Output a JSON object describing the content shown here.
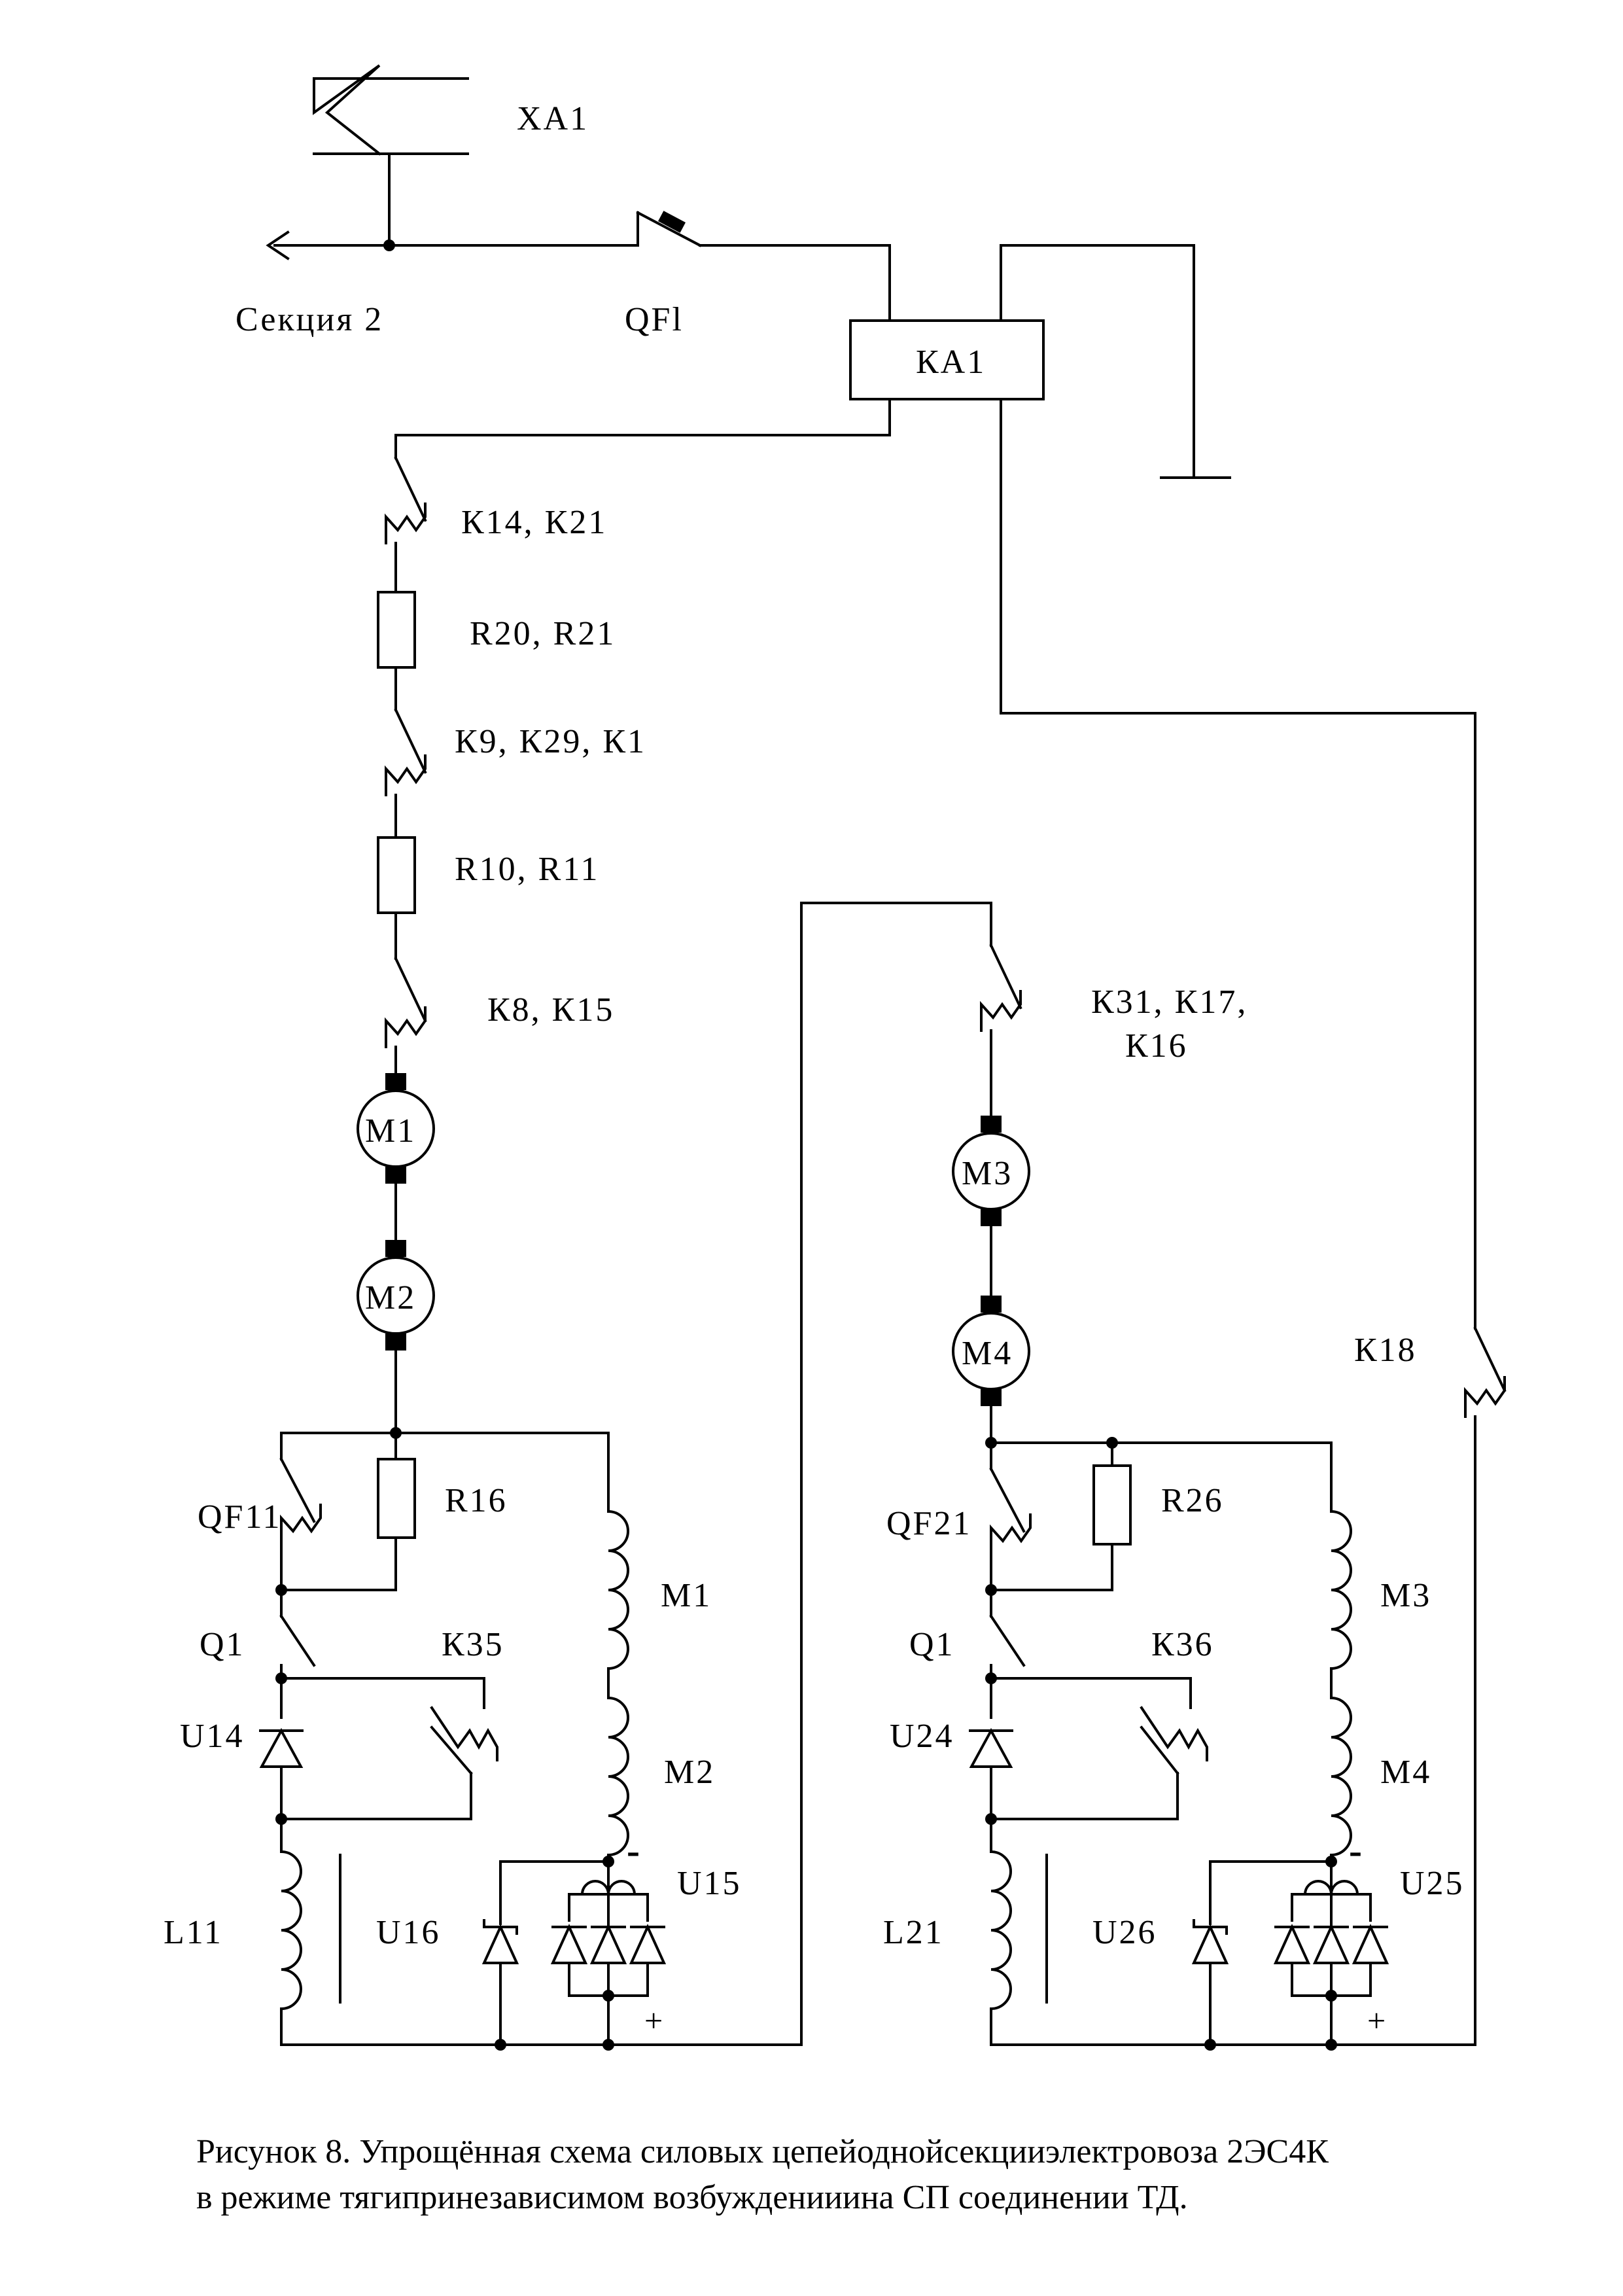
{
  "diagram": {
    "labels": {
      "xa1": "XA1",
      "section": "Секция 2",
      "qf1": "QFl",
      "ka1": "КА1",
      "k14_k21": "К14, К21",
      "r20_r21": "R20, R21",
      "k9_k29_k1": "К9, К29, К1",
      "r10_r11": "R10, R11",
      "k8_k15": "К8, К15",
      "m1_motor": "M1",
      "m2_motor": "M2",
      "k31_k17": "К31, К17,",
      "k16": "К16",
      "m3_motor": "M3",
      "m4_motor": "M4",
      "k18": "К18",
      "qf11": "QF11",
      "r16": "R16",
      "m1_field": "M1",
      "q1_left": "Q1",
      "k35": "К35",
      "u14": "U14",
      "m2_field": "M2",
      "l11": "L11",
      "u16": "U16",
      "u15": "U15",
      "qf21": "QF21",
      "r26": "R26",
      "m3_field": "M3",
      "q1_right": "Q1",
      "k36": "К36",
      "u24": "U24",
      "m4_field": "M4",
      "l21": "L21",
      "u26": "U26",
      "u25": "U25",
      "minus_left": "-",
      "plus_left": "+",
      "minus_right": "-",
      "plus_right": "+"
    },
    "caption": {
      "line1": "Рисунок 8. Упрощённая схема силовых цепейоднойсекцииэлектровоза 2ЭС4К",
      "line2": "в режиме тягипринезависимом возбужденииина СП соединении ТД."
    }
  }
}
